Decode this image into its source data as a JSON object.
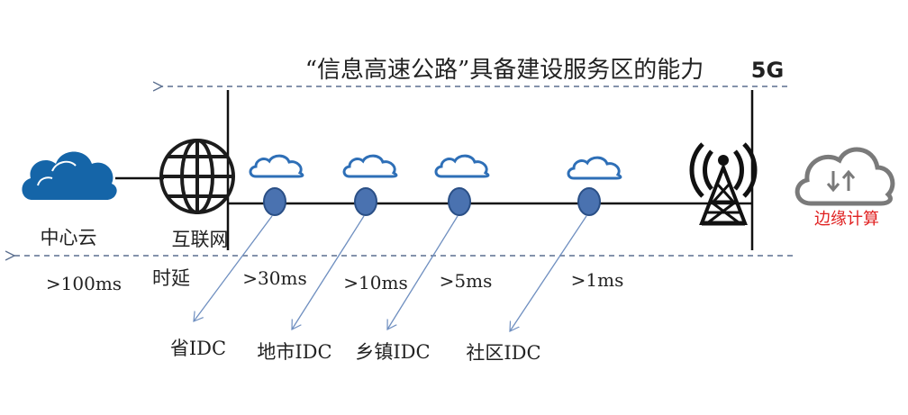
{
  "banner": "“信息高速公路”具备建设服务区的能力",
  "network_label": "5G",
  "center_cloud_label": "中心云",
  "internet_label": "互联网",
  "latency_label": "时延",
  "edge_label": "边缘计算",
  "latencies": [
    ">100ms",
    ">30ms",
    ">10ms",
    ">5ms",
    ">1ms"
  ],
  "idc_labels": [
    "省IDC",
    "地市IDC",
    "乡镇IDC",
    "社区IDC"
  ],
  "colors": {
    "node_fill": "#4a72b0",
    "node_stroke": "#2a4f86",
    "cloud_blue": "#1565a8",
    "dashed_line": "#5b6f8f",
    "edge_label": "#e02020",
    "edge_cloud": "#7a7a7a"
  }
}
